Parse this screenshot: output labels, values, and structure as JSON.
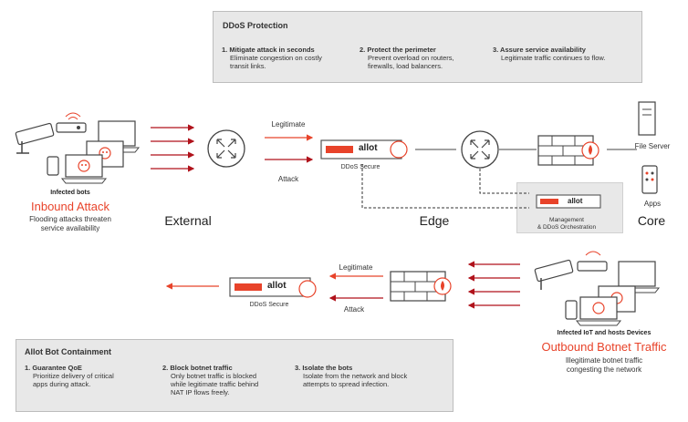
{
  "ddos_protection": {
    "title": "DDoS Protection",
    "items": [
      {
        "heading": "1. Mitigate attack in seconds",
        "detail": [
          "Eliminate congestion on costly",
          "transit links."
        ]
      },
      {
        "heading": "2. Protect the perimeter",
        "detail": [
          "Prevent overload on routers,",
          "firewalls, load balancers."
        ]
      },
      {
        "heading": "3. Assure service availability",
        "detail": [
          "Legitimate traffic continues to flow."
        ]
      }
    ]
  },
  "inbound": {
    "infected_label": "Infected bots",
    "title": "Inbound Attack",
    "description": [
      "Flooding attacks threaten",
      "service availability"
    ]
  },
  "zones": {
    "external": "External",
    "edge": "Edge",
    "core": "Core"
  },
  "top_flow": {
    "legitimate": "Legitimate",
    "attack": "Attack",
    "device_label": "DDoS Secure",
    "logo": "allot",
    "management_label": [
      "Management",
      "& DDoS Orchestration"
    ],
    "file_server": "File Server",
    "apps": "Apps"
  },
  "bottom_flow": {
    "legitimate": "Legitimate",
    "attack": "Attack",
    "device_label": "DDoS Secure",
    "logo": "allot"
  },
  "outbound": {
    "infected_label": "Infected IoT and hosts Devices",
    "title": "Outbound Botnet Traffic",
    "description": [
      "Illegitimate botnet traffic",
      "congesting the network"
    ]
  },
  "bot_containment": {
    "title": "Allot Bot Containment",
    "items": [
      {
        "heading": "1. Guarantee QoE",
        "detail": [
          "Prioritize delivery of critical",
          "apps during attack."
        ]
      },
      {
        "heading": "2. Block botnet traffic",
        "detail": [
          "Only botnet traffic is blocked",
          "while legitimate traffic behind",
          "NAT IP flows freely."
        ]
      },
      {
        "heading": "3. Isolate the bots",
        "detail": [
          "Isolate from the network and block",
          "attempts to spread infection."
        ]
      }
    ]
  },
  "colors": {
    "accent": "#e8432a",
    "dark_red": "#b0121b",
    "gray_box": "#e8e8e8"
  }
}
